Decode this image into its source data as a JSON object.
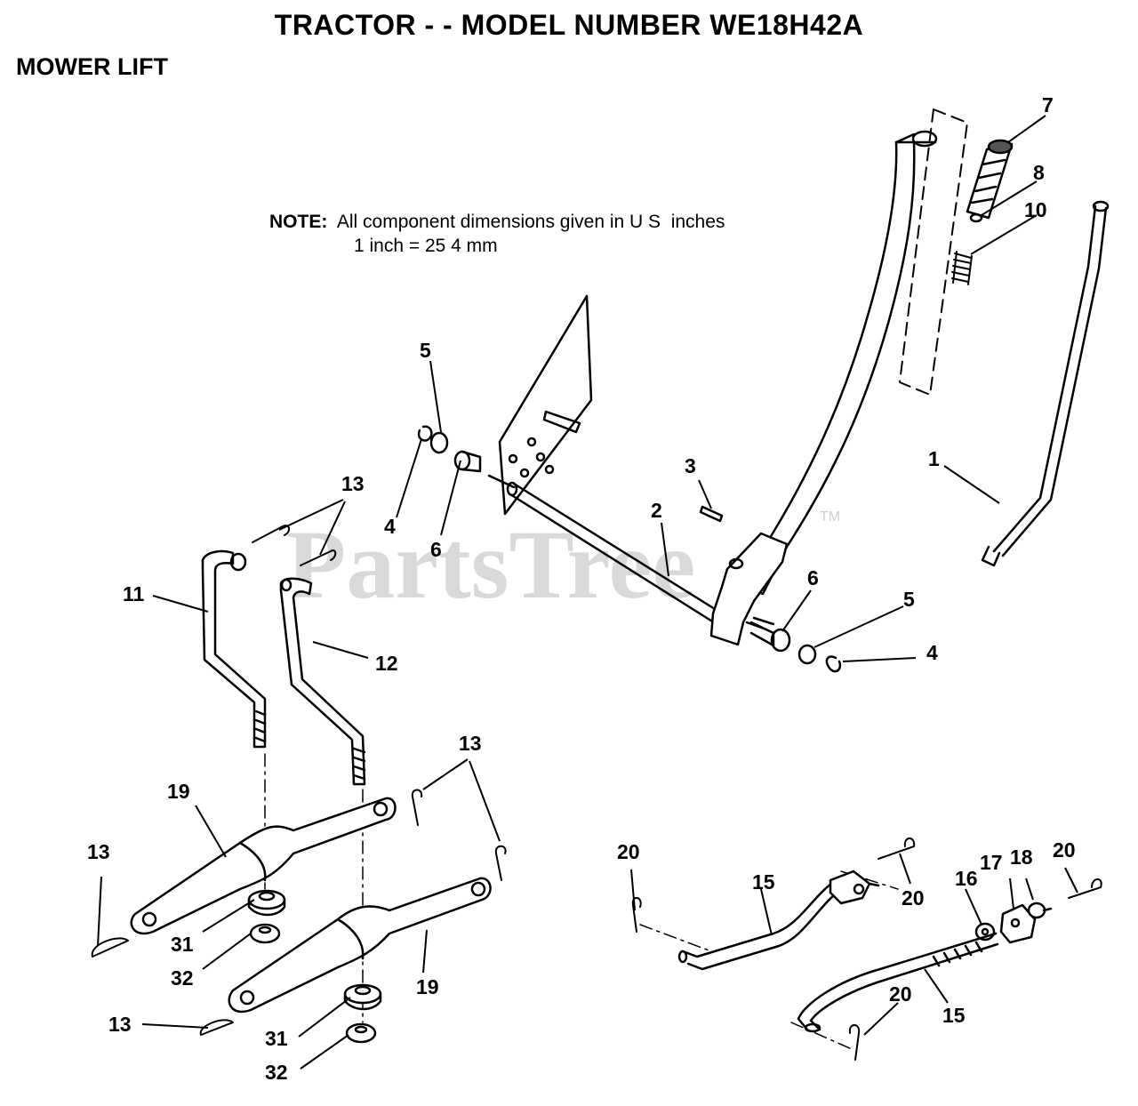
{
  "header": {
    "title": "TRACTOR - - MODEL NUMBER WE18H42A",
    "section": "MOWER LIFT"
  },
  "note": {
    "label": "NOTE:",
    "line1": "All component dimensions given in U S  inches",
    "line2": "1 inch = 25 4 mm"
  },
  "watermark": {
    "text": "PartsTree",
    "trademark": "TM"
  },
  "callouts": {
    "c7": "7",
    "c8": "8",
    "c10": "10",
    "c1": "1",
    "c5a": "5",
    "c4a": "4",
    "c6a": "6",
    "c3": "3",
    "c2": "2",
    "c6b": "6",
    "c5b": "5",
    "c4b": "4",
    "c13a": "13",
    "c11": "11",
    "c12": "12",
    "c13b": "13",
    "c19a": "19",
    "c13c": "13",
    "c31a": "31",
    "c32a": "32",
    "c19b": "19",
    "c13d": "13",
    "c31b": "31",
    "c32b": "32",
    "c20a": "20",
    "c15a": "15",
    "c20b": "20",
    "c16": "16",
    "c17": "17",
    "c18": "18",
    "c20c": "20",
    "c20d": "20",
    "c15b": "15"
  }
}
